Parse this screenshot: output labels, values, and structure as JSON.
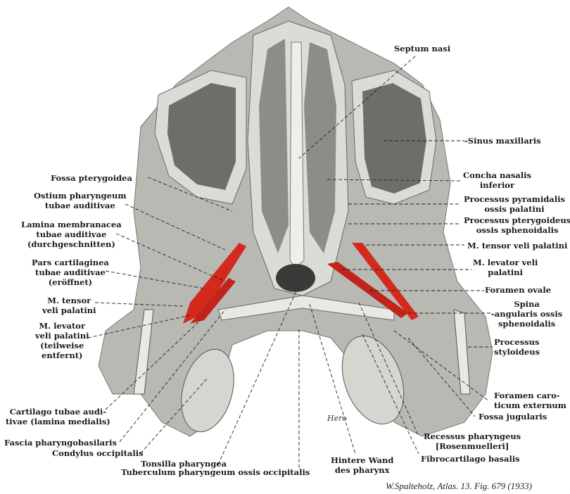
{
  "figure": {
    "caption": "W.Spalteholz, Atlas. 13. Fig. 679 (1933)",
    "signature": "Hero",
    "colors": {
      "muscle": "#d42a1e",
      "bone": "#dcdcd6",
      "background": "#b8b8b2",
      "cavity": "#6a6a66"
    },
    "labels_left": [
      {
        "id": "fossa-pterygoidea",
        "lines": [
          "Fossa pterygoidea"
        ]
      },
      {
        "id": "ostium-pharyngeum",
        "lines": [
          "Ostium pharyngeum",
          "tubae auditivae"
        ]
      },
      {
        "id": "lamina-membranacea",
        "lines": [
          "Lamina membranacea",
          "tubae auditivae",
          "(durchgeschnitten)"
        ]
      },
      {
        "id": "pars-cartilaginea",
        "lines": [
          "Pars cartilaginea",
          "tubae auditivae",
          "(eröffnet)"
        ]
      },
      {
        "id": "m-tensor-left",
        "lines": [
          "M. tensor",
          "veli palatini"
        ]
      },
      {
        "id": "m-levator-left",
        "lines": [
          "M. levator",
          "veli palatini",
          "(teilweise",
          "entfernt)"
        ]
      },
      {
        "id": "cartilago-tubae",
        "lines": [
          "Cartilago tubae audi-",
          "tivae (lamina medialis)"
        ]
      },
      {
        "id": "fascia-pharyngobasilaris",
        "lines": [
          "Fascia pharyngobasilaris"
        ]
      },
      {
        "id": "condylus-occipitalis",
        "lines": [
          "Condylus occipitalis"
        ]
      },
      {
        "id": "tonsilla-pharyngea",
        "lines": [
          "Tonsilla pharyngea"
        ]
      },
      {
        "id": "tuberculum-pharyngeum",
        "lines": [
          "Tuberculum pharyngeum ossis occipitalis"
        ]
      }
    ],
    "labels_right": [
      {
        "id": "septum-nasi",
        "lines": [
          "Septum nasi"
        ]
      },
      {
        "id": "sinus-maxillaris",
        "lines": [
          "-Sinus maxillaris"
        ]
      },
      {
        "id": "concha-nasalis",
        "lines": [
          "Concha nasalis",
          "inferior"
        ]
      },
      {
        "id": "processus-pyramidalis",
        "lines": [
          "Processus pyramidalis",
          "ossis palatini"
        ]
      },
      {
        "id": "processus-pterygoideus",
        "lines": [
          "Processus pterygoideus",
          "ossis sphenoidalis"
        ]
      },
      {
        "id": "m-tensor-right",
        "lines": [
          "M. tensor veli palatini"
        ]
      },
      {
        "id": "m-levator-right",
        "lines": [
          "M. levator veli",
          "palatini"
        ]
      },
      {
        "id": "foramen-ovale",
        "lines": [
          "Foramen ovale"
        ]
      },
      {
        "id": "spina-angularis",
        "lines": [
          "Spina",
          "-angularis ossis",
          "sphenoidalis"
        ]
      },
      {
        "id": "processus-styloideus",
        "lines": [
          "Processus",
          "styloideus"
        ]
      },
      {
        "id": "foramen-caroticum",
        "lines": [
          "Foramen caro-",
          "ticum externum"
        ]
      },
      {
        "id": "fossa-jugularis",
        "lines": [
          "Fossa jugularis"
        ]
      },
      {
        "id": "recessus-pharyngeus",
        "lines": [
          "Recessus pharyngeus",
          "[Rosenmuelleri]"
        ]
      },
      {
        "id": "fibrocartilago-basalis",
        "lines": [
          "Fibrocartilago basalis"
        ]
      },
      {
        "id": "hintere-wand",
        "lines": [
          "Hintere Wand",
          "des pharynx"
        ]
      }
    ]
  }
}
